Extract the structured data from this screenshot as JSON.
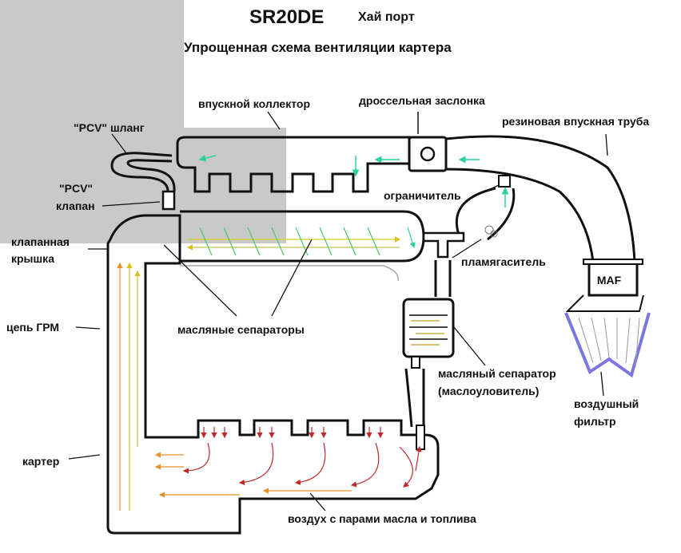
{
  "title": {
    "main": "SR20DE",
    "side": "Хай порт",
    "subtitle": "Упрощенная схема вентиляции картера"
  },
  "labels": {
    "intake_manifold": "впускной коллектор",
    "throttle": "дроссельная заслонка",
    "intake_pipe": "резиновая впускная труба",
    "pcv_hose": "\"PCV\"  шланг",
    "pcv_valve_1": "\"PCV\"",
    "pcv_valve_2": "клапан",
    "restrictor": "ограничитель",
    "valve_cover_1": "клапанная",
    "valve_cover_2": "крышка",
    "flame_arrester": "пламягаситель",
    "maf": "MAF",
    "timing_chain": "цепь ГРМ",
    "oil_separators": "масляные сепараторы",
    "oil_separator_catch_1": "масляный сепаратор",
    "oil_separator_catch_2": "(маслоуловитель)",
    "air_filter_1": "воздушный",
    "air_filter_2": "фильтр",
    "crankcase": "картер",
    "blowby": "воздух с парами масла и топлива"
  },
  "colors": {
    "overlay": "#c9c9c9",
    "flow_fresh": "#2fd0a0",
    "flow_mixed": "#d8d020",
    "flow_blowby_hot": "#c0282a",
    "flow_blowby_warm": "#e8902a",
    "air_filter": "#7a78e0"
  }
}
